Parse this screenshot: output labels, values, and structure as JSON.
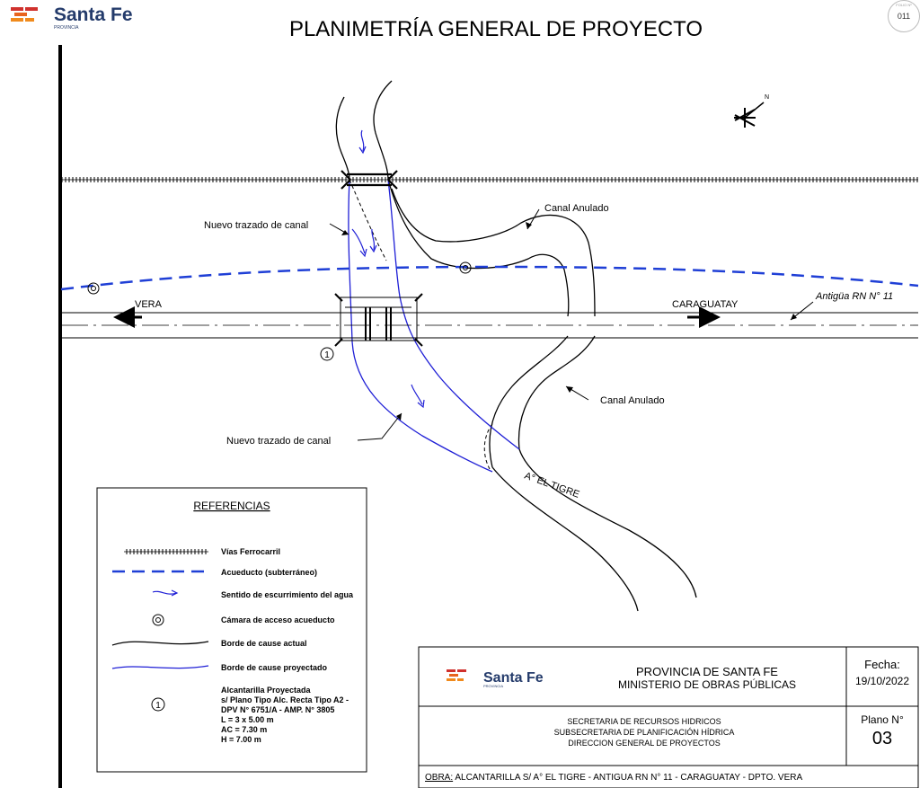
{
  "header": {
    "title": "PLANIMETRÍA GENERAL DE PROYECTO",
    "logo_text": "Santa Fe",
    "logo_subtext": "PROVINCIA",
    "folio_label": "FOLIO Nº",
    "folio_number": "011"
  },
  "map": {
    "north_label": "N",
    "labels": {
      "vera": "VERA",
      "caraguatay": "CARAGUATAY",
      "antigua_rn": "Antigüa RN N° 11",
      "canal_anulado_1": "Canal Anulado",
      "canal_anulado_2": "Canal Anulado",
      "nuevo_trazado_1": "Nuevo trazado de canal",
      "nuevo_trazado_2": "Nuevo trazado de canal",
      "arroyo": "A° EL TIGRE",
      "alcantarilla_marker": "1"
    }
  },
  "legend": {
    "title": "REFERENCIAS",
    "items": [
      {
        "symbol": "railway",
        "label": "Vías Ferrocarril"
      },
      {
        "symbol": "aqueduct",
        "label": "Acueducto (subterráneo)"
      },
      {
        "symbol": "flow-arrow",
        "label": "Sentido de escurrimiento del agua"
      },
      {
        "symbol": "access-chamber",
        "label": "Cámara de acceso acueducto"
      },
      {
        "symbol": "current-bank",
        "label": "Borde de cause actual"
      },
      {
        "symbol": "projected-bank",
        "label": "Borde de cause proyectado"
      }
    ],
    "culvert": {
      "marker": "1",
      "lines": [
        "Alcantarilla Proyectada",
        "s/ Plano Tipo Alc. Recta Tipo A2 -",
        "DPV N° 6751/A - AMP. N° 3805",
        "L = 3 x 5.00 m",
        "AC = 7.30 m",
        "H = 7.00 m"
      ]
    }
  },
  "title_block": {
    "logo_text": "Santa Fe",
    "logo_subtext": "PROVINCIA",
    "province": "PROVINCIA DE SANTA FE",
    "ministry": "MINISTERIO DE OBRAS PÚBLICAS",
    "date_label": "Fecha:",
    "date_value": "19/10/2022",
    "secretaria": "SECRETARIA DE RECURSOS HIDRICOS",
    "subsecretaria": "SUBSECRETARIA DE PLANIFICACIÓN HÍDRICA",
    "direccion": "DIRECCION GENERAL DE PROYECTOS",
    "plan_label": "Plano N°",
    "plan_value": "03",
    "obra_label": "OBRA:",
    "obra_value": " ALCANTARILLA S/ A° EL TIGRE - ANTIGUA RN N° 11 - CARAGUATAY - DPTO. VERA"
  },
  "colors": {
    "line": "#000000",
    "projected": "#1f1fd6",
    "aqueduct": "#1f3fd6",
    "logo_red": "#d0312d",
    "logo_orange": "#f08a1c",
    "logo_navy": "#243b6b"
  }
}
